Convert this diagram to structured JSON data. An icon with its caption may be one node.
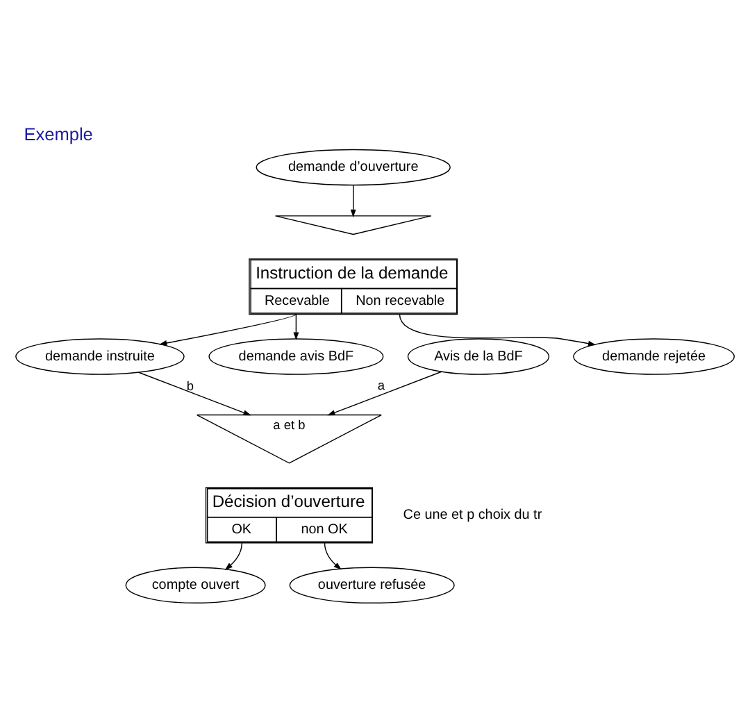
{
  "diagram": {
    "title": "Exemple",
    "nodes": [
      {
        "text": [
          "demande d’ouverture"
        ]
      },
      {
        "text": [],
        "shape": "triangle"
      },
      {
        "text": [
          "Instruction de la demande",
          "Recevable",
          "Non recevable"
        ]
      },
      {
        "text": [
          "demande avis BdF"
        ]
      },
      {
        "text": [
          "demande instruite"
        ]
      },
      {
        "text": [
          "demande rejetée"
        ]
      },
      {
        "text": [
          "Avis de la BdF"
        ]
      },
      {
        "text": [
          "a et b"
        ]
      },
      {
        "text": [
          "Décision d’ouverture",
          "OK",
          "non OK"
        ]
      },
      {
        "text": [
          "compte ouvert"
        ]
      },
      {
        "text": [
          "ouverture refusée"
        ]
      }
    ],
    "edges": [
      {
        "from": 0,
        "to": 1,
        "arrow": "to"
      },
      {
        "from": 2,
        "to": 3,
        "arrow": "to"
      },
      {
        "from": 2,
        "to": 4,
        "arrow": "to"
      },
      {
        "from": 2,
        "to": 5,
        "arrow": "to"
      },
      {
        "from": 6,
        "to": 7,
        "arrow": "to",
        "label": "a"
      },
      {
        "from": 4,
        "to": 7,
        "arrow": "to",
        "label": "b"
      },
      {
        "from": 8,
        "to": 9,
        "arrow": "to"
      },
      {
        "from": 8,
        "to": 10,
        "arrow": "to"
      }
    ],
    "labels": [
      "Ce une et p choix du tr"
    ]
  }
}
